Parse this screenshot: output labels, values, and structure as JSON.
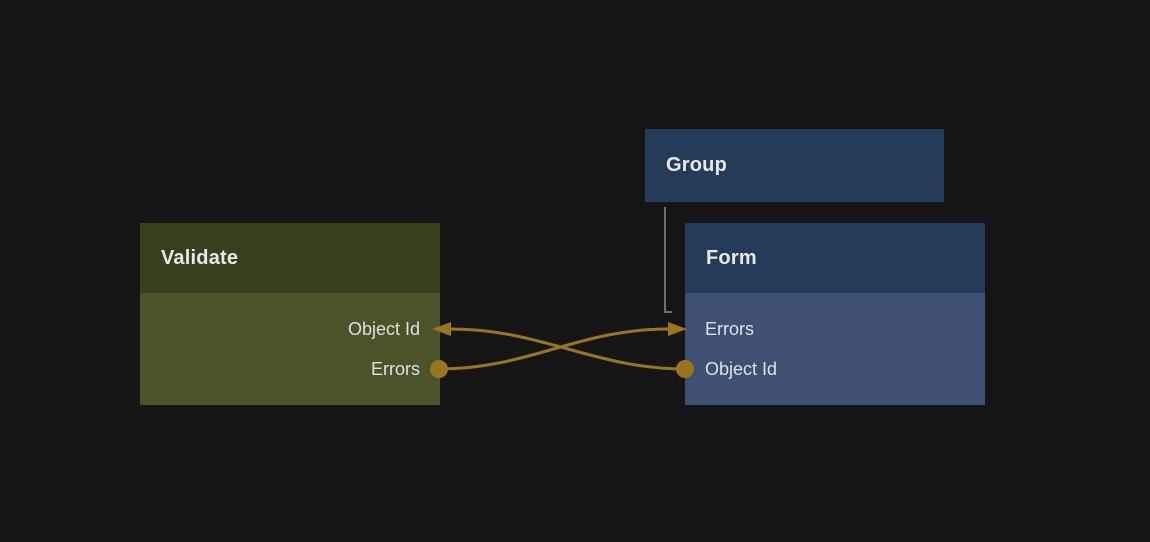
{
  "canvas": {
    "kind": "node-graph-editor",
    "background": "#151515"
  },
  "colors": {
    "canvas-bg": "#151515",
    "validate-header": "#36401e",
    "validate-body": "#4b5329",
    "blue-header": "#243c5a",
    "blue-body": "#3e5173",
    "connection": "#97761f",
    "hierarchy-line": "#6f6f6f",
    "title-text": "#e6e9e6",
    "row-text": "#dce1e5"
  },
  "nodes": {
    "group": {
      "title": "Group",
      "type": "visual",
      "ports": []
    },
    "validate": {
      "title": "Validate",
      "type": "logic",
      "ports": [
        {
          "label": "Object Id",
          "direction": "input",
          "connector": "arrow"
        },
        {
          "label": "Errors",
          "direction": "output",
          "connector": "dot"
        }
      ]
    },
    "form": {
      "title": "Form",
      "type": "visual",
      "ports": [
        {
          "label": "Errors",
          "direction": "input",
          "connector": "arrow"
        },
        {
          "label": "Object Id",
          "direction": "output",
          "connector": "dot"
        }
      ]
    }
  },
  "connections": [
    {
      "from": "Validate.Errors",
      "to": "Form.Errors",
      "style": "curve"
    },
    {
      "from": "Form.Object Id",
      "to": "Validate.Object Id",
      "style": "curve"
    },
    {
      "from": "Group",
      "to": "Form",
      "style": "parent-child-elbow"
    }
  ]
}
